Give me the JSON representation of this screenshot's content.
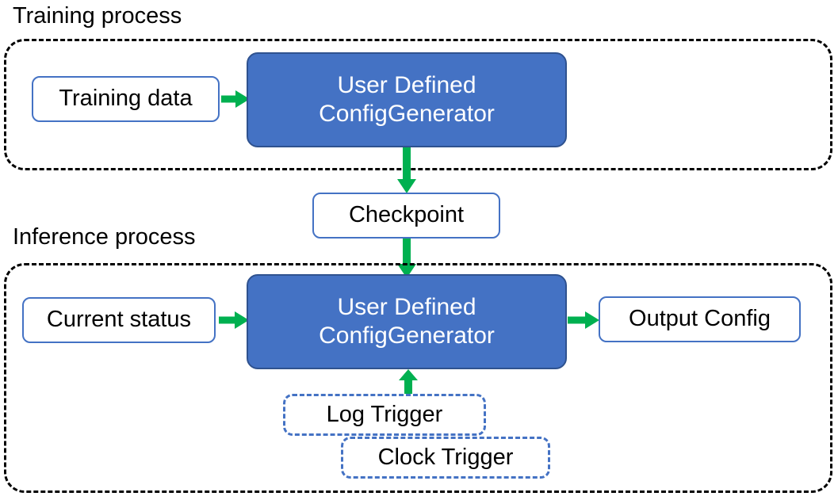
{
  "diagram": {
    "title_training": "Training process",
    "title_inference": "Inference process",
    "colors": {
      "primary_fill": "#4472C4",
      "primary_stroke": "#2F528F",
      "node_stroke": "#4472C4",
      "arrow": "#00B050",
      "group_stroke": "#000000",
      "text_dark": "#000000",
      "text_light": "#FFFFFF"
    }
  },
  "training": {
    "caption": "Training process",
    "input": {
      "label": "Training data"
    },
    "processor": {
      "line1": "User Defined",
      "line2": "ConfigGenerator"
    }
  },
  "bridge": {
    "checkpoint": {
      "label": "Checkpoint"
    }
  },
  "inference": {
    "caption": "Inference process",
    "input": {
      "label": "Current status"
    },
    "processor": {
      "line1": "User Defined",
      "line2": "ConfigGenerator"
    },
    "output": {
      "label": "Output Config"
    },
    "triggers": [
      {
        "label": "Log Trigger"
      },
      {
        "label": "Clock Trigger"
      }
    ]
  },
  "arrows": [
    {
      "name": "training-data-to-processor",
      "direction": "right"
    },
    {
      "name": "training-processor-to-checkpoint",
      "direction": "down"
    },
    {
      "name": "checkpoint-to-inference-processor",
      "direction": "down"
    },
    {
      "name": "current-status-to-processor",
      "direction": "right"
    },
    {
      "name": "processor-to-output-config",
      "direction": "right"
    },
    {
      "name": "triggers-to-processor",
      "direction": "up"
    }
  ]
}
